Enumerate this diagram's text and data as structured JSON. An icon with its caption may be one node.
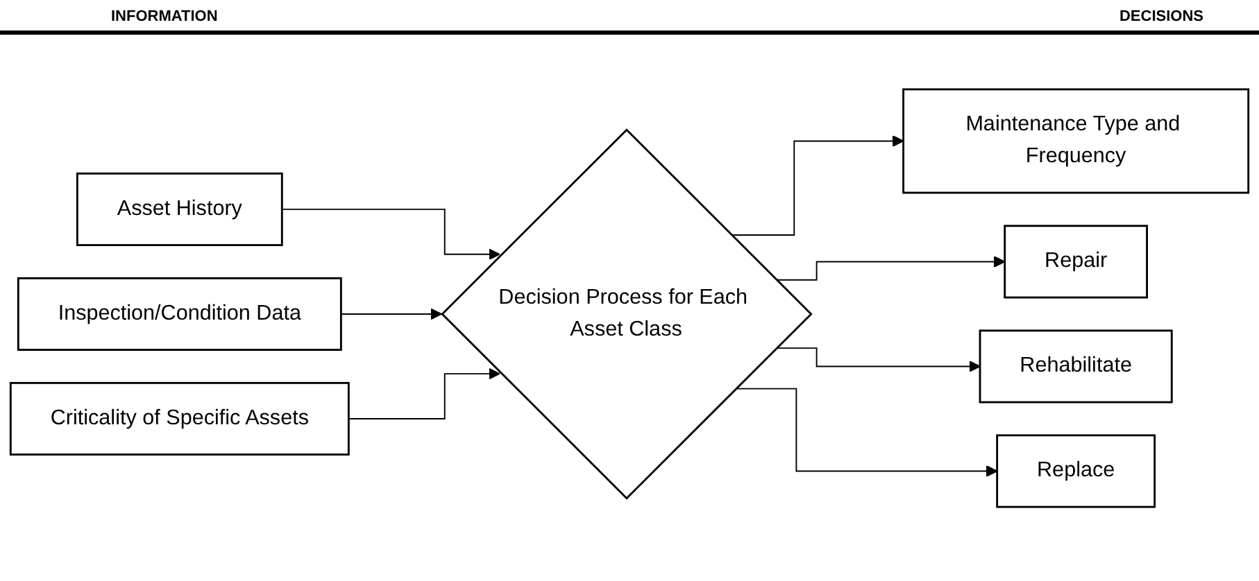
{
  "diagram": {
    "nodes": [
      {
        "text": [
          "Asset History"
        ]
      },
      {
        "text": [
          "Inspection/Condition Data"
        ]
      },
      {
        "text": [
          "Criticality of Specific Assets"
        ]
      },
      {
        "text": [
          "Decision Process for Each Asset Class"
        ]
      },
      {
        "text": [
          "Maintenance Type and Frequency"
        ]
      },
      {
        "text": [
          "Repair"
        ]
      },
      {
        "text": [
          "Rehabilitate"
        ]
      },
      {
        "text": [
          "Replace"
        ]
      }
    ],
    "edges": [
      {
        "from": 0,
        "to": 3,
        "arrow": "to"
      },
      {
        "from": 1,
        "to": 3,
        "arrow": "to"
      },
      {
        "from": 2,
        "to": 3,
        "arrow": "to"
      },
      {
        "from": 3,
        "to": 4,
        "arrow": "to"
      },
      {
        "from": 3,
        "to": 5,
        "arrow": "to"
      },
      {
        "from": 3,
        "to": 6,
        "arrow": "to"
      },
      {
        "from": 3,
        "to": 7,
        "arrow": "to"
      }
    ],
    "labels": [
      "INFORMATION",
      "DECISIONS"
    ]
  }
}
